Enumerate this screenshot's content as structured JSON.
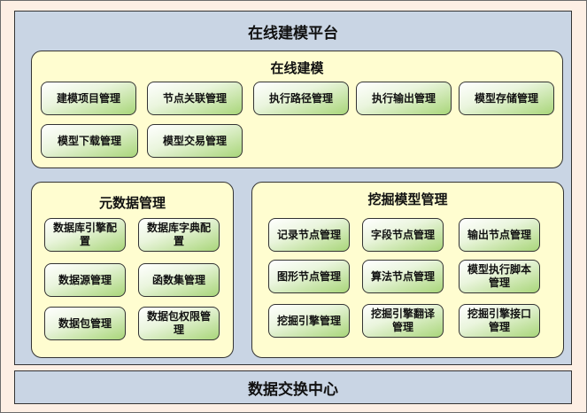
{
  "platform": {
    "title": "在线建模平台"
  },
  "online_modeling": {
    "title": "在线建模",
    "items": [
      "建模项目管理",
      "节点关联管理",
      "执行路径管理",
      "执行输出管理",
      "模型存储管理",
      "模型下载管理",
      "模型交易管理"
    ]
  },
  "metadata": {
    "title": "元数据管理",
    "items": [
      "数据库引擎配置",
      "数据库字典配置",
      "数据源管理",
      "函数集管理",
      "数据包管理",
      "数据包权限管理"
    ]
  },
  "mining": {
    "title": "挖掘模型管理",
    "items": [
      "记录节点管理",
      "字段节点管理",
      "输出节点管理",
      "图形节点管理",
      "算法节点管理",
      "模型执行脚本管理",
      "挖掘引擎管理",
      "挖掘引擎翻译管理",
      "挖掘引擎接口管理"
    ]
  },
  "exchange": {
    "title": "数据交换中心"
  },
  "colors": {
    "platform_bg": "#c9d5e4",
    "group_bg": "#fffdd0",
    "node_accent": "#a9d67a",
    "page_bg": "#fdefe4"
  }
}
